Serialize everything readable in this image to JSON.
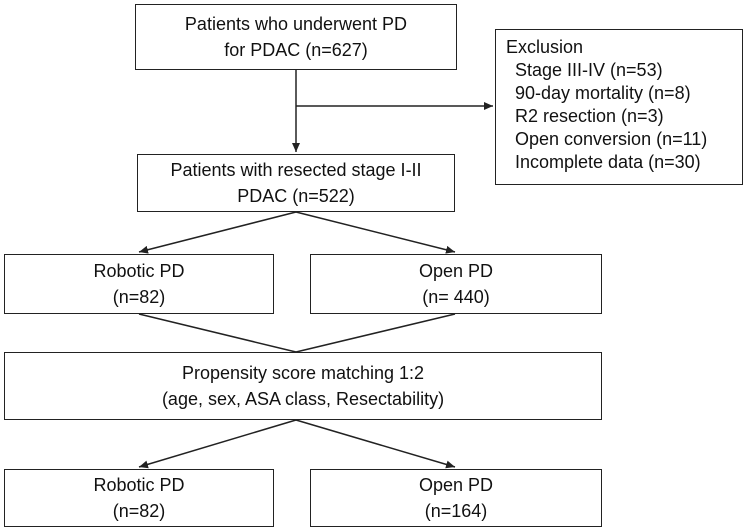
{
  "flowchart": {
    "start": {
      "lines": [
        "Patients who underwent PD",
        "for PDAC (n=627)"
      ]
    },
    "exclusion": {
      "title": "Exclusion",
      "items": [
        "Stage III-IV (n=53)",
        "90-day mortality (n=8)",
        "R2 resection (n=3)",
        "Open conversion (n=11)",
        "Incomplete data (n=30)"
      ]
    },
    "resected": {
      "lines": [
        "Patients with resected stage I-II",
        "PDAC (n=522)"
      ]
    },
    "robotic_before": {
      "lines": [
        "Robotic PD",
        "(n=82)"
      ]
    },
    "open_before": {
      "lines": [
        "Open PD",
        "(n= 440)"
      ]
    },
    "matching": {
      "lines": [
        "Propensity score matching 1:2",
        "(age, sex, ASA class, Resectability)"
      ]
    },
    "robotic_after": {
      "lines": [
        "Robotic PD",
        "(n=82)"
      ]
    },
    "open_after": {
      "lines": [
        "Open PD",
        "(n=164)"
      ]
    }
  },
  "colors": {
    "line": "#222222",
    "text": "#111111",
    "background": "#ffffff"
  }
}
